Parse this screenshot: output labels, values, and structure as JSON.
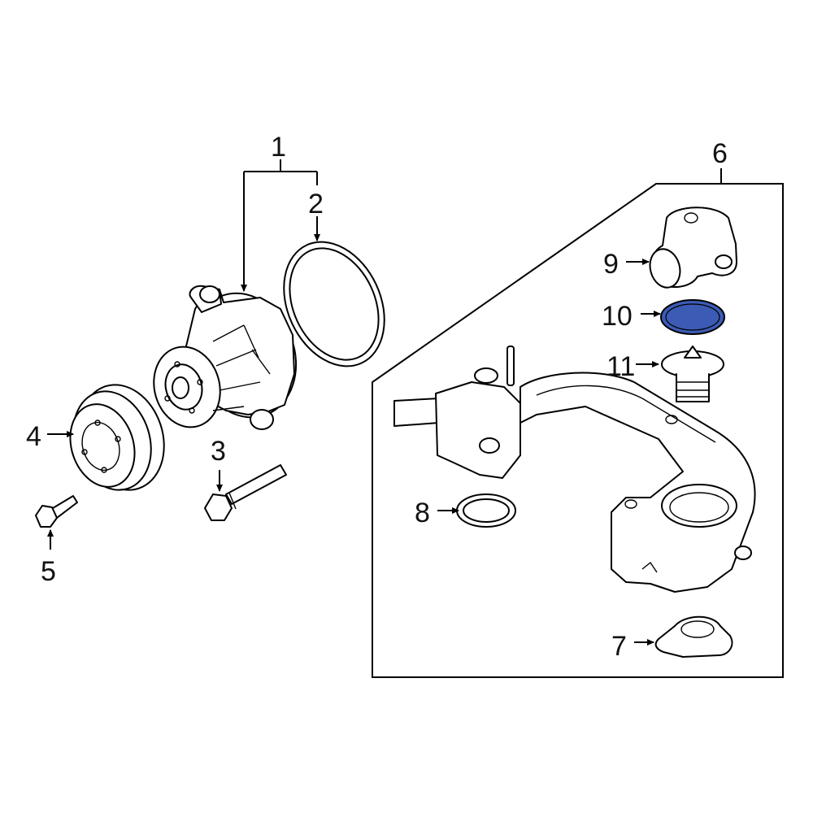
{
  "diagram": {
    "callouts": {
      "c1": "1",
      "c2": "2",
      "c3": "3",
      "c4": "4",
      "c5": "5",
      "c6": "6",
      "c7": "7",
      "c8": "8",
      "c9": "9",
      "c10": "10",
      "c11": "11"
    },
    "highlight_color": "#3b5bb5",
    "highlighted_part": "10"
  }
}
